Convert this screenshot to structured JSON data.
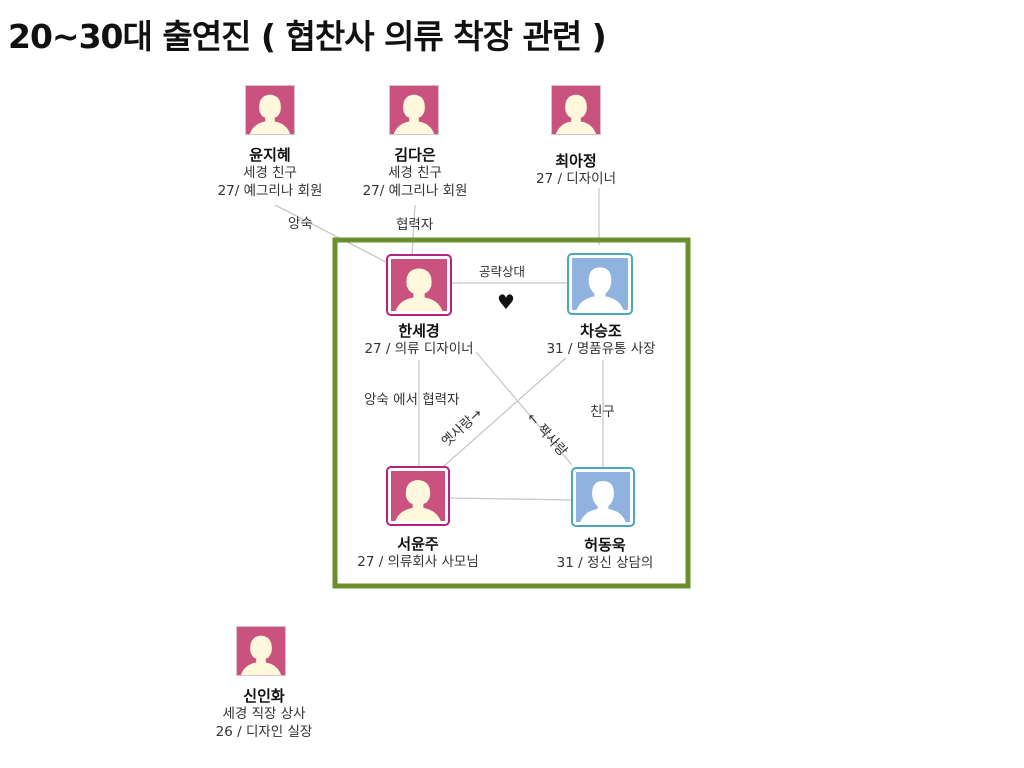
{
  "title": "20~30대 출연진 ( 협찬사 의류 착장 관련 )",
  "colors": {
    "female": "#c9527e",
    "male": "#8fb3de",
    "frame_female": "#b4237f",
    "frame_male": "#4aa8bb",
    "box": "#6b8e2f"
  },
  "people": {
    "yun_jihye": {
      "name": "윤지혜",
      "line1": "세경 친구",
      "line2": "27/ 예그리나 회원"
    },
    "kim_daeun": {
      "name": "김다은",
      "line1": "세경 친구",
      "line2": "27/ 예그리나 회원"
    },
    "choi_ajeong": {
      "name": "최아정",
      "line1": "27 / 디자이너"
    },
    "han_segyeong": {
      "name": "한세경",
      "line1": "27 / 의류 디자이너"
    },
    "cha_seungjo": {
      "name": "차승조",
      "line1": "31 / 명품유통 사장"
    },
    "seo_yunju": {
      "name": "서윤주",
      "line1": "27 / 의류회사 사모님"
    },
    "heo_dongwook": {
      "name": "허동욱",
      "line1": "31 / 정신 상담의"
    },
    "shin_inhwa": {
      "name": "신인화",
      "line1": "세경 직장 상사",
      "line2": "26 / 디자인 실장"
    }
  },
  "relations": {
    "r1": "앙숙",
    "r2": "협력자",
    "r3": "공략상대",
    "r4": "앙숙 에서 협력자",
    "r5": "친구",
    "r6": "옛사랑→",
    "r7": "← 짝사랑"
  },
  "heart": "♥"
}
